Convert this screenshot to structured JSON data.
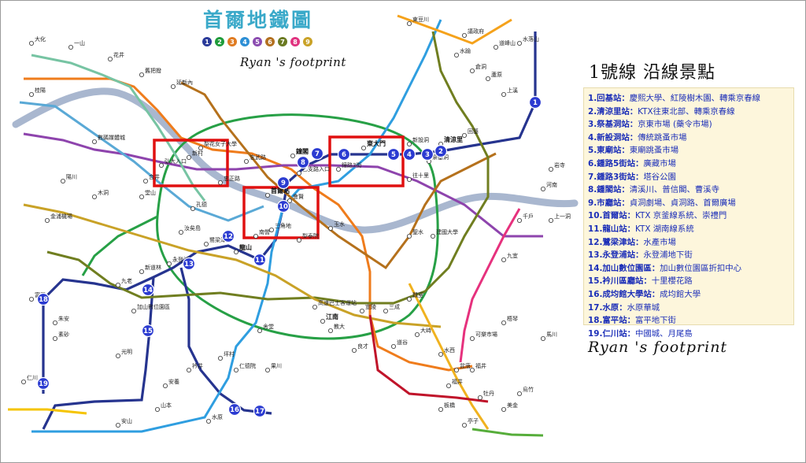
{
  "map": {
    "title": "首爾地鐵圖",
    "line_legend": [
      {
        "num": "1",
        "color": "#2a3a99"
      },
      {
        "num": "2",
        "color": "#1f9c3b"
      },
      {
        "num": "3",
        "color": "#e07b21"
      },
      {
        "num": "4",
        "color": "#2d8fd5"
      },
      {
        "num": "5",
        "color": "#8b4cb0"
      },
      {
        "num": "6",
        "color": "#b3701f"
      },
      {
        "num": "7",
        "color": "#6a7a22"
      },
      {
        "num": "8",
        "color": "#e0327f"
      },
      {
        "num": "9",
        "color": "#c9a227"
      }
    ],
    "footprint_caption": "Ryan 's footprint",
    "line_colors": {
      "line1": "#26348f",
      "line2": "#27a046",
      "line3": "#ef7c1c",
      "line4": "#2f9ee0",
      "line5": "#8e44ad",
      "line6": "#b5711c",
      "line7": "#707e20",
      "line8": "#e6317d",
      "line9": "#c9a227",
      "airport": "#5aa9d6",
      "gyeongui": "#77c4a3",
      "bundang": "#f0b21f",
      "suin": "#f5c400",
      "shinbundang": "#c0142a",
      "everline": "#56ad3a",
      "uijeongbu": "#f5a21b",
      "highlight": "#e01010",
      "river": "#a9b7cf"
    },
    "marker_color": "#2b3bd1",
    "markers": [
      "1",
      "2",
      "3",
      "4",
      "5",
      "6",
      "7",
      "8",
      "9",
      "10",
      "11",
      "12",
      "13",
      "14",
      "15",
      "16",
      "17",
      "18",
      "19"
    ],
    "stations": {
      "s_chungmuro": "忠武路",
      "s_euljiro": "乙支路入口",
      "s_jonggak": "鐘閣",
      "s_jongno3": "鐘路3街",
      "s_dongdaemun": "東大門",
      "s_sinseol": "新設洞",
      "s_cheongnyangni": "清涼里",
      "s_hoegi": "回基",
      "s_jegi": "祭基洞",
      "s_hoehyeon": "會賢",
      "s_seoulstn": "首爾站",
      "s_namyeong": "南營",
      "s_yongsan": "龍山",
      "s_noryangjin": "鷺梁津",
      "s_yeongdeungpo": "永登浦",
      "s_sindorim": "新道林",
      "s_guro": "九老",
      "s_gasan": "加山數位園區",
      "s_suwon": "水原",
      "s_bupyeong": "富平",
      "s_incheon": "仁川",
      "s_sinchon": "新村",
      "s_hongdae": "弘大入口",
      "s_ewha": "梨花女子大學",
      "s_hapjeong": "合井",
      "s_dangsan": "堂山",
      "s_gangnam": "江南",
      "s_jamsil": "蠶室",
      "s_seolleung": "宣陵",
      "s_samseong": "三成",
      "s_wangsimni": "往十里",
      "s_kondae": "建國大學",
      "s_itaewon": "梨泰院",
      "s_samgakji": "三角地",
      "s_sadang": "舍堂",
      "s_gyodae": "教大",
      "s_express": "高速巴士客運站",
      "s_gimpo": "金浦機場",
      "s_digital": "數碼媒體城",
      "s_yeouido": "汝矣島",
      "s_gongdeok": "孔德",
      "s_dobong": "道峰山",
      "s_nowon": "蘆原",
      "s_suyu": "水踰",
      "s_changdong": "倉洞",
      "s_seongsu": "聖水",
      "s_oksu": "玉水",
      "s_chungjeongno": "忠正路",
      "s_bundang": "盆唐",
      "s_bokjeong": "福井",
      "s_moran": "牡丹",
      "s_gwangmyeong": "光明",
      "s_daehwa": "大化",
      "s_ilsan": "一山",
      "s_anyang": "安養",
      "s_geumjeong": "衿井",
      "s_sanbon": "山本",
      "s_ansan": "安山",
      "s_sosa": "素砂",
      "s_juan": "朱安",
      "s_gyeyang": "桂陽",
      "s_yangcheon": "陽川",
      "s_mokdong": "木洞",
      "s_hwajeong": "花井",
      "s_gupabal": "舊把撥",
      "s_yeonsinnae": "延新內",
      "s_suraksan": "水落山",
      "s_sanggye": "上溪",
      "s_dongducheon": "東豆川",
      "s_uijeongbu": "議政府",
      "s_hanam": "河南",
      "s_macheon": "馬川",
      "s_ogeum": "梧琴",
      "s_gubeundari": "九宜",
      "s_cheonho": "千戶",
      "s_sangil": "上一洞",
      "s_amsa": "岩寺",
      "s_yangjae": "良才",
      "s_dogok": "道谷",
      "s_daechi": "大峙",
      "s_suseo": "水西",
      "s_garak": "可樂市場",
      "s_bokjeong2": "福井",
      "s_pangyo": "板橋",
      "s_jeongja": "亭子",
      "s_migeum": "美金",
      "s_ori": "烏竹",
      "s_indeogwon": "仁德院",
      "s_gwacheon": "果川",
      "s_beomgye": "坪村"
    }
  },
  "panel": {
    "heading": "1號線  沿線景點",
    "spots": [
      {
        "label": "1.回基站：",
        "text": "慶熙大學、紅陵樹木園、轉乘京春線"
      },
      {
        "label": "2.清涼里站：",
        "text": "KTX往東北部、轉乘京春線"
      },
      {
        "label": "3.祭基洞站：",
        "text": "京東市場 (藥令市場)"
      },
      {
        "label": "4.新設洞站：",
        "text": "傳統跳蚤市場"
      },
      {
        "label": "5.東廟站：",
        "text": "東廟跳蚤市場"
      },
      {
        "label": "6.鍾路5街站：",
        "text": "廣藏市場"
      },
      {
        "label": "7.鍾路3街站：",
        "text": "塔谷公園"
      },
      {
        "label": "8.鍾閣站：",
        "text": "清溪川、普信閣、曹溪寺"
      },
      {
        "label": "9.市廳站：",
        "text": "貞洞劇場、貞洞路、首爾廣場"
      },
      {
        "label": "10.首爾站：",
        "text": "KTX 京釜線系統、崇禮門"
      },
      {
        "label": "11.龍山站：",
        "text": "KTX 湖南線系統"
      },
      {
        "label": "12.鷺梁津站：",
        "text": "水產市場"
      },
      {
        "label": "13.永登浦站：",
        "text": "永登浦地下街"
      },
      {
        "label": "14.加山數位園區：",
        "text": "加山數位園區折扣中心"
      },
      {
        "label": "15.衿川區廳站：",
        "text": "十里櫻花路"
      },
      {
        "label": "16.成均館大學站：",
        "text": "成均館大學"
      },
      {
        "label": "17.水原：",
        "text": "水原華城"
      },
      {
        "label": "18.富平站：",
        "text": "富平地下街"
      },
      {
        "label": "19.仁川站：",
        "text": "中國城、月尾島"
      }
    ],
    "footprint_caption": "Ryan 's footprint"
  }
}
